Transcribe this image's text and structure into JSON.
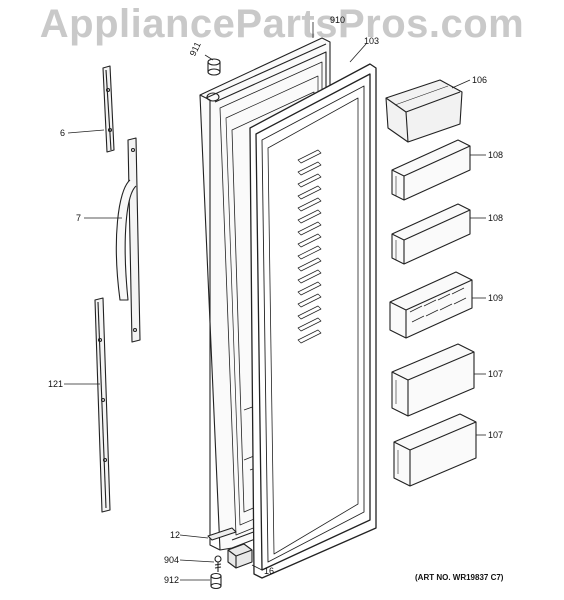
{
  "watermark": "AppliancePartsPros.com",
  "art_number": "(ART NO. WR19837 C7)",
  "callouts": {
    "p910": "910",
    "p911": "911",
    "p103": "103",
    "p106": "106",
    "p108a": "108",
    "p108b": "108",
    "p109": "109",
    "p107a": "107",
    "p107b": "107",
    "p6": "6",
    "p7": "7",
    "p121": "121",
    "p12": "12",
    "p904": "904",
    "p16": "16",
    "p912": "912"
  }
}
